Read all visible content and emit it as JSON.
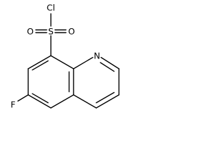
{
  "molecule": {
    "atoms": {
      "chlorine": "Cl",
      "sulfur": "S",
      "oxygen_left": "O",
      "oxygen_right": "O",
      "nitrogen": "N",
      "fluorine": "F"
    }
  }
}
